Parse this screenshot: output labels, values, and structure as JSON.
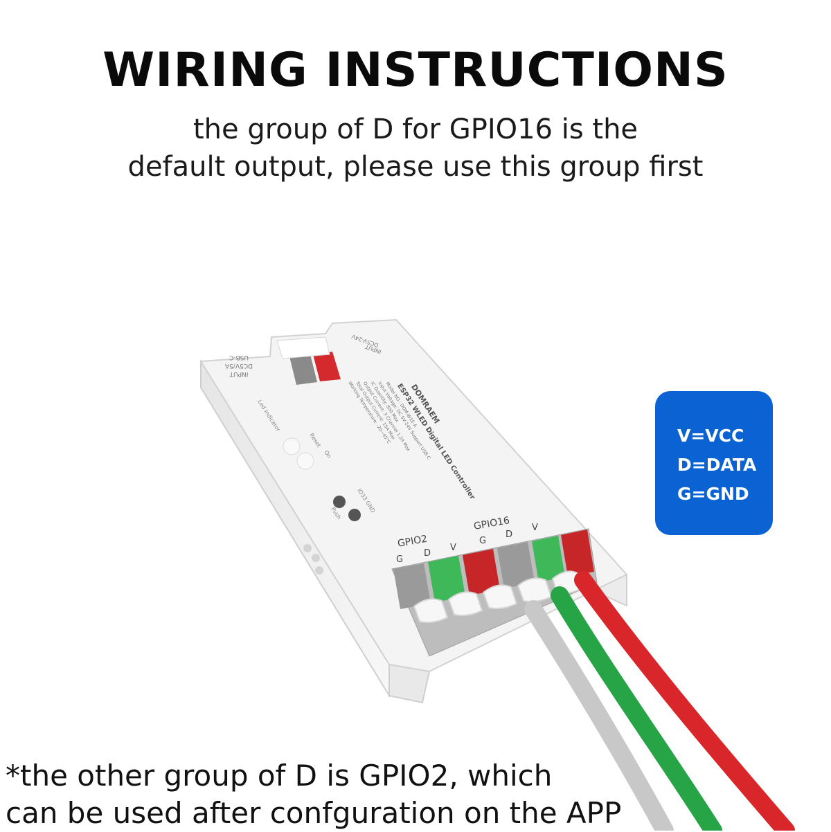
{
  "header": {
    "title": "WIRING INSTRUCTIONS",
    "subtitle_line1": "the group of D for GPIO16 is the",
    "subtitle_line2": "default output, please use this group first"
  },
  "legend": {
    "v": "V=VCC",
    "d": "D=DATA",
    "g": "G=GND",
    "color": "#0b63d3"
  },
  "device": {
    "brand": "DOMRAEM",
    "product": "ESP32 WLED Digital LED Controller",
    "model": "Model NO.: DOM-W1E-A",
    "input_voltage": "Input Voltage: DC 5V-24V Support USB-C",
    "ic": "IC Quantity: 800 Max",
    "output_current": "Output Current: 3 Channel 1.2A Max",
    "total_current": "Total Output Current: 15A Max",
    "temperature": "Working Temperature: -20~45°C",
    "input_left": "INPUT",
    "input_left_spec": "DC5V/5A",
    "input_left_port": "USB-C",
    "input_right": "INPUT",
    "input_right_spec": "DC5V-24V",
    "led_indicator": "Led Indicator",
    "reset": "Reset",
    "on": "On",
    "push": "Push",
    "io33": "IO33 GND",
    "gpio2": "GPIO2",
    "gpio16": "GPIO16",
    "pin_g": "G",
    "pin_d": "D",
    "pin_v": "V",
    "wire_colors": [
      "#c8c8c8",
      "#27a445",
      "#d8262b"
    ]
  },
  "note": {
    "line1": "*the other group of D is GPIO2, which",
    "line2": "can be used after confguration on the APP"
  }
}
